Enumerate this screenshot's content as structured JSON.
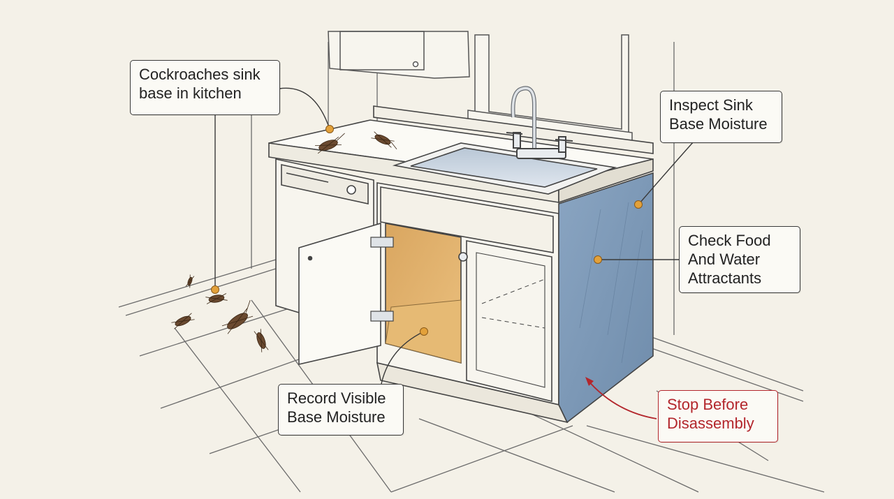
{
  "callouts": {
    "cockroaches": {
      "line1": "Cockroaches sink",
      "line2": "base in kitchen"
    },
    "inspect": {
      "line1": "Inspect Sink",
      "line2": "Base Moisture"
    },
    "check": {
      "line1": "Check Food",
      "line2": "And Water",
      "line3": "Attractants"
    },
    "record": {
      "line1": "Record Visible",
      "line2": "Base Moisture"
    },
    "stop": {
      "line1": "Stop Before",
      "line2": "Disassembly"
    }
  },
  "colors": {
    "background": "#f4f1e8",
    "ink": "#3a3a3a",
    "cabinet_side": "#7e9ab8",
    "cabinet_interior": "#e0b26a",
    "marker": "#e3a13a",
    "warning": "#b3262c",
    "roach": "#6b4a30"
  }
}
